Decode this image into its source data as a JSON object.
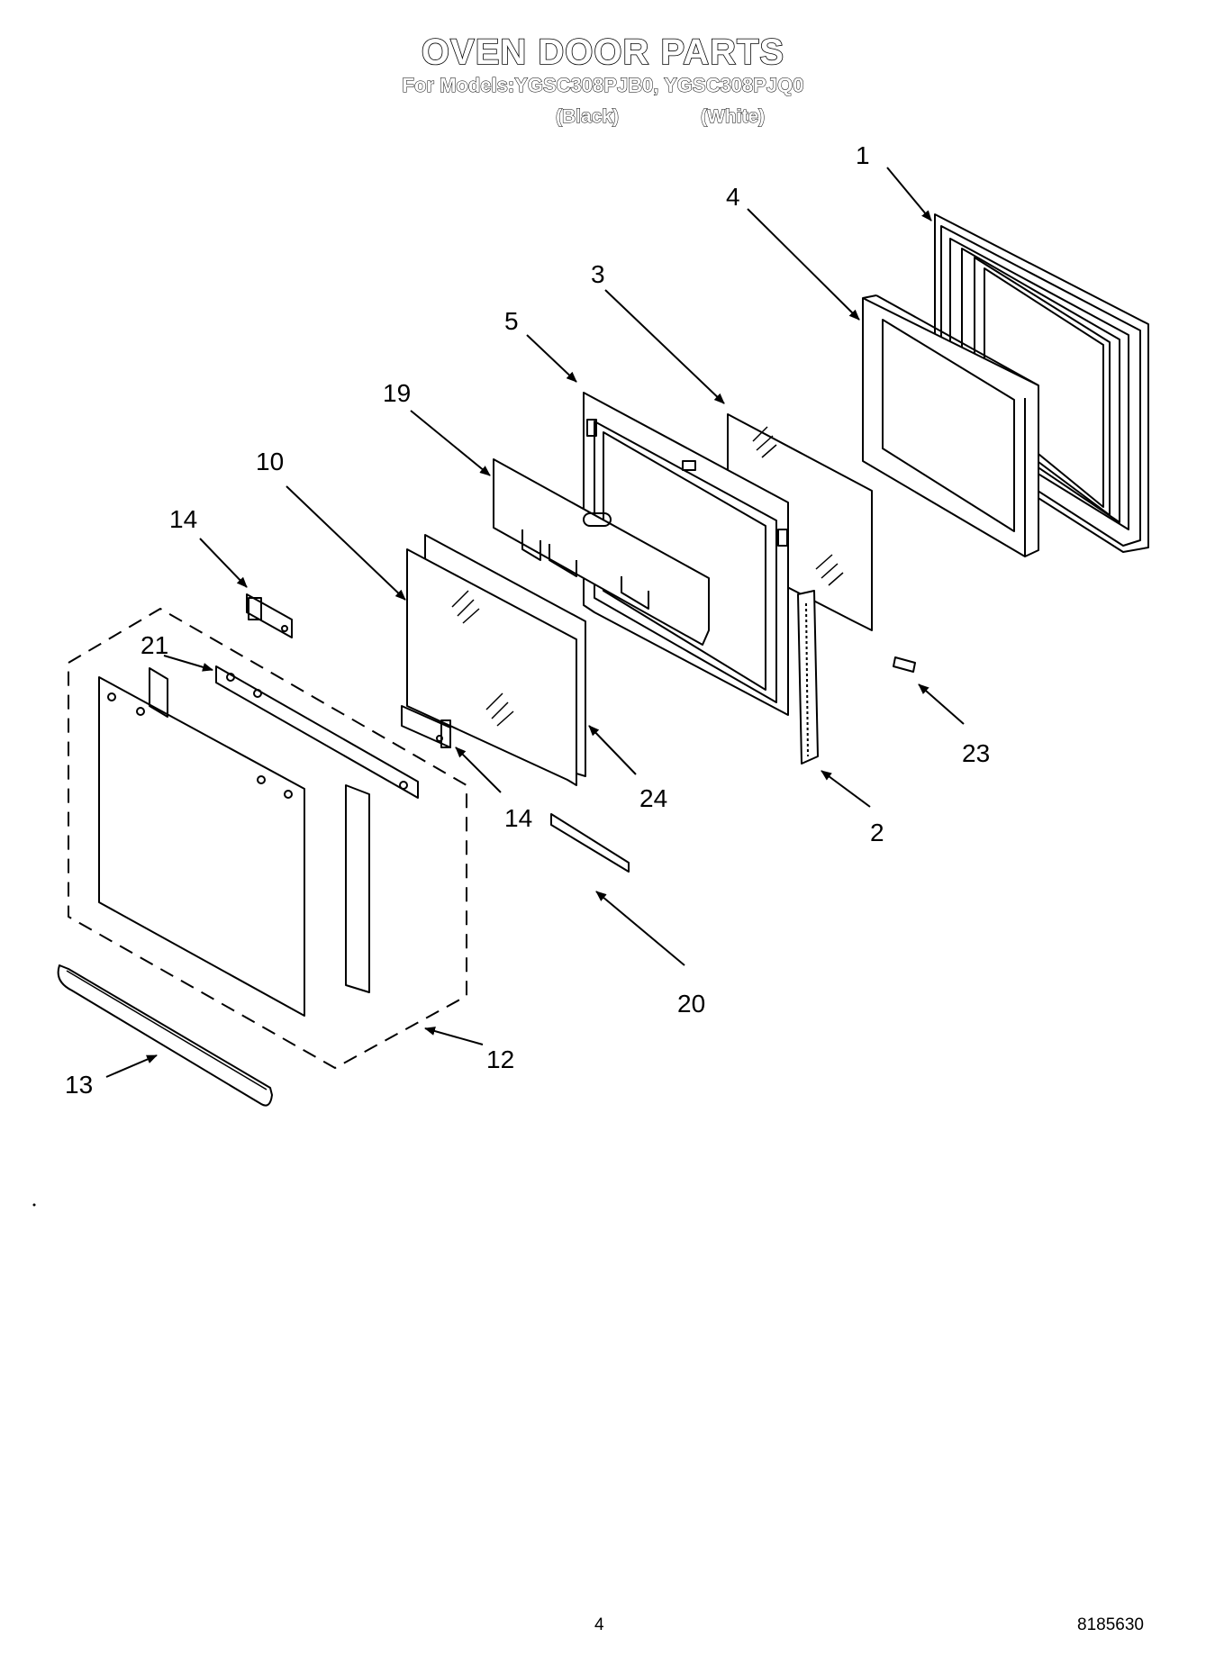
{
  "header": {
    "title": "OVEN DOOR PARTS",
    "models_line": "For Models:YGSC308PJB0, YGSC308PJQ0",
    "variant_black": "(Black)",
    "variant_white": "(White)"
  },
  "callouts": [
    "1",
    "4",
    "3",
    "5",
    "19",
    "10",
    "14",
    "21",
    "14",
    "24",
    "2",
    "23",
    "20",
    "12",
    "13"
  ],
  "footer": {
    "page_number": "4",
    "document_number": "8185630"
  }
}
